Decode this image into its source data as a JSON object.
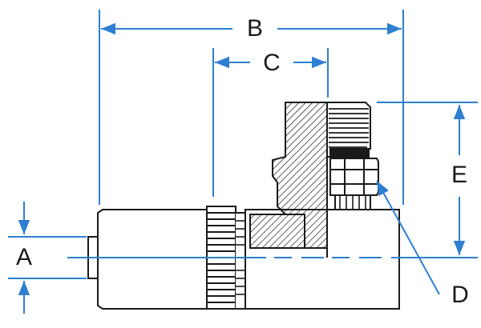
{
  "diagram": {
    "labels": {
      "A": "A",
      "B": "B",
      "C": "C",
      "D": "D",
      "E": "E"
    },
    "colors": {
      "dimension_line": "#2e7fd1",
      "part_outline": "#1a1a1a",
      "hatch": "#1a1a1a",
      "background": "#ffffff"
    }
  }
}
